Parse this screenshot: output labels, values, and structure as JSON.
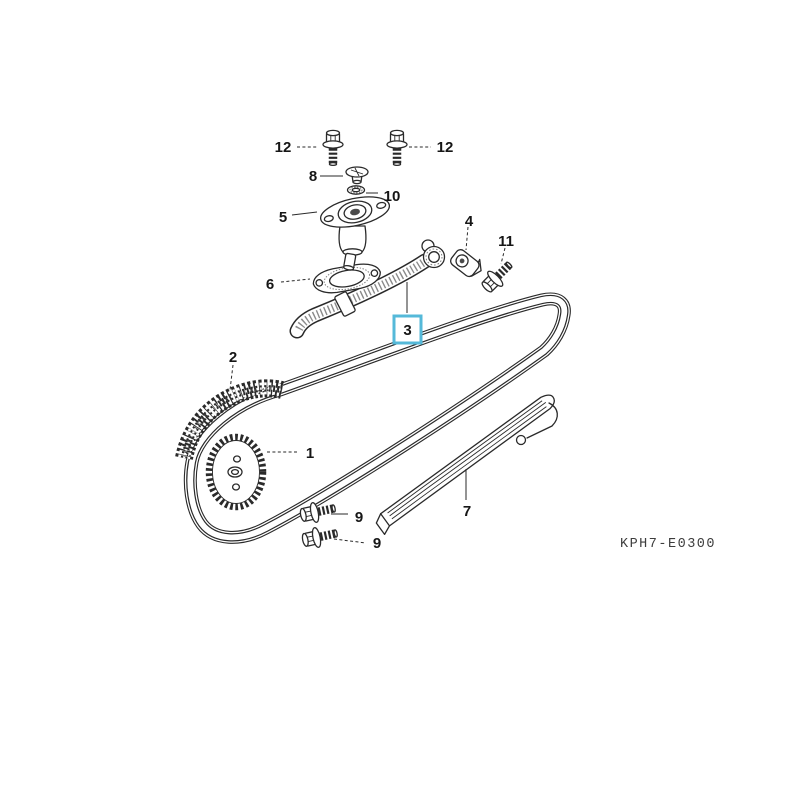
{
  "page": {
    "background": "#ffffff"
  },
  "diagram": {
    "code": "KPH7-E0300",
    "line_color": "#2a2a2a",
    "highlight": {
      "part": "3",
      "border_color": "#55b9d9",
      "fill": "#ffffff"
    },
    "labels": {
      "bolt12_left": "12",
      "bolt12_right": "12",
      "part8": "8",
      "part10": "10",
      "part5": "5",
      "part6": "6",
      "part4": "4",
      "part11": "11",
      "part3": "3",
      "part2": "2",
      "part1": "1",
      "part9_upper": "9",
      "part9_lower": "9",
      "part7": "7"
    }
  }
}
